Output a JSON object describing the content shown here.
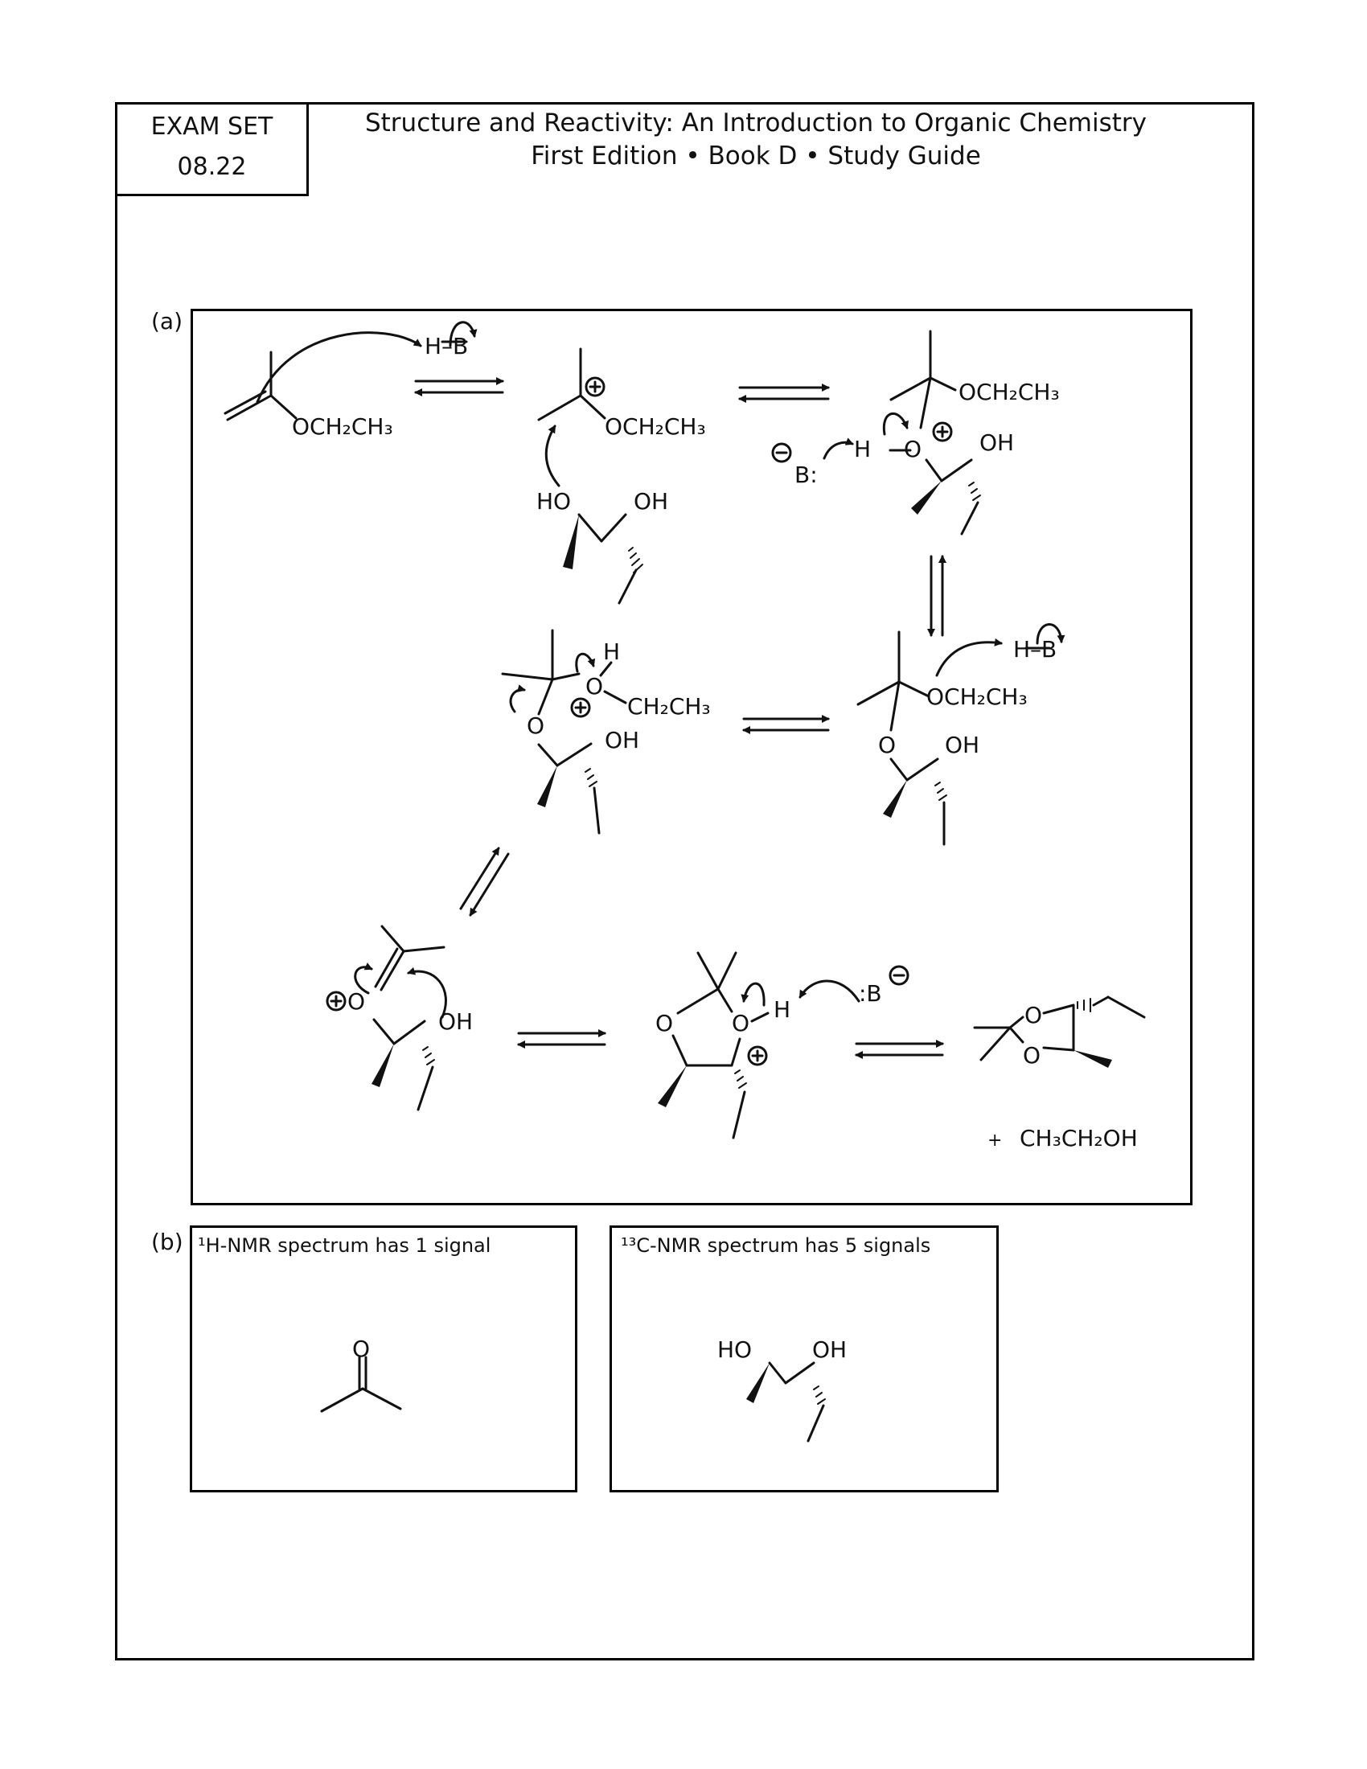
{
  "exam": {
    "line1": "EXAM SET",
    "line2": "08.22"
  },
  "header": {
    "title": "Structure and Reactivity: An Introduction to Organic Chemistry",
    "subtitle": "First Edition • Book D • Study Guide"
  },
  "part_a": {
    "label": "(a)",
    "groups": {
      "ethoxy": "OCH₂CH₃",
      "ethyl_o": "CH₂CH₃",
      "h": "H",
      "hb": "H–B",
      "base": "B:",
      "base_right": ":B",
      "o": "O",
      "oh": "OH",
      "ho": "HO",
      "plus": "+",
      "ethanol": "CH₃CH₂OH"
    }
  },
  "part_b": {
    "label": "(b)",
    "box1": {
      "caption": "¹H-NMR spectrum has 1 signal",
      "o": "O"
    },
    "box2": {
      "caption": "¹³C-NMR spectrum has 5 signals",
      "ho": "HO",
      "oh": "OH"
    }
  }
}
